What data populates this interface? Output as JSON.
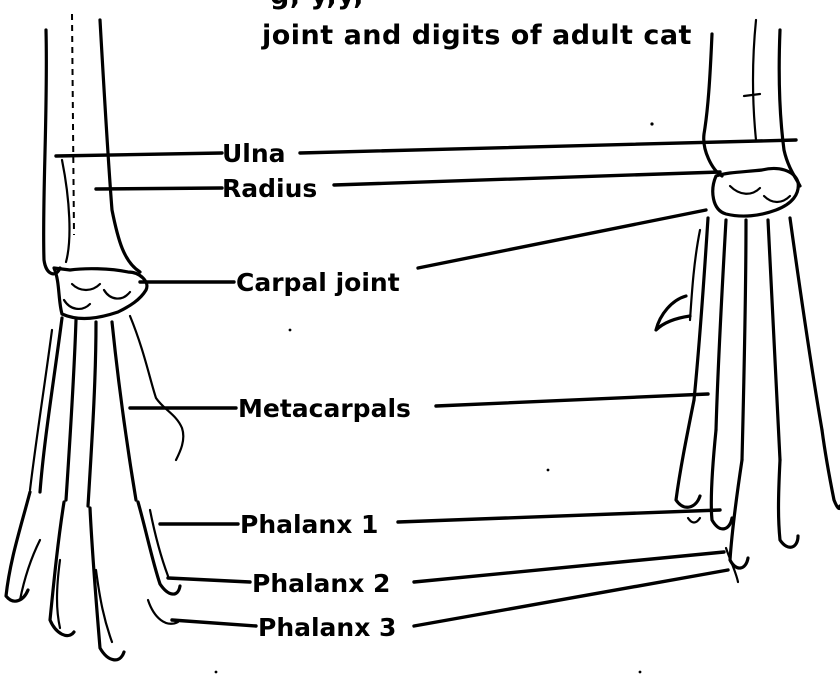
{
  "figure": {
    "title_line_partial": "g, y,y,",
    "title_line_2": "joint and digits of adult cat"
  },
  "labels": [
    {
      "key": "ulna",
      "text": "Ulna"
    },
    {
      "key": "radius",
      "text": "Radius"
    },
    {
      "key": "carpal",
      "text": "Carpal joint"
    },
    {
      "key": "metacarpals",
      "text": "Metacarpals"
    },
    {
      "key": "phalanx1",
      "text": "Phalanx 1"
    },
    {
      "key": "phalanx2",
      "text": "Phalanx 2"
    },
    {
      "key": "phalanx3",
      "text": "Phalanx 3"
    }
  ]
}
